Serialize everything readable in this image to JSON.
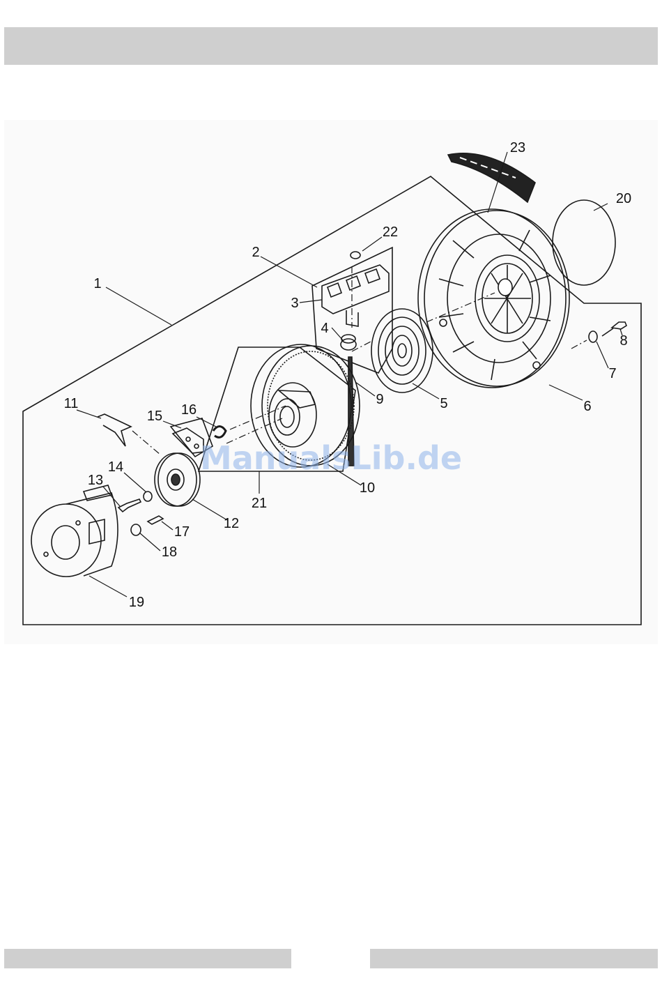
{
  "callouts": {
    "c1": "1",
    "c2": "2",
    "c3": "3",
    "c4": "4",
    "c5": "5",
    "c6": "6",
    "c7": "7",
    "c8": "8",
    "c9": "9",
    "c10": "10",
    "c11": "11",
    "c12": "12",
    "c13": "13",
    "c14": "14",
    "c15": "15",
    "c16": "16",
    "c17": "17",
    "c18": "18",
    "c19": "19",
    "c20": "20",
    "c21": "21",
    "c22": "22",
    "c23": "23"
  },
  "watermark": "ManualsLib.de",
  "colors": {
    "bar": "#cfcfcf",
    "panel": "#fafafa",
    "watermark": "#8fb4ea",
    "line": "#1a1a1a"
  }
}
